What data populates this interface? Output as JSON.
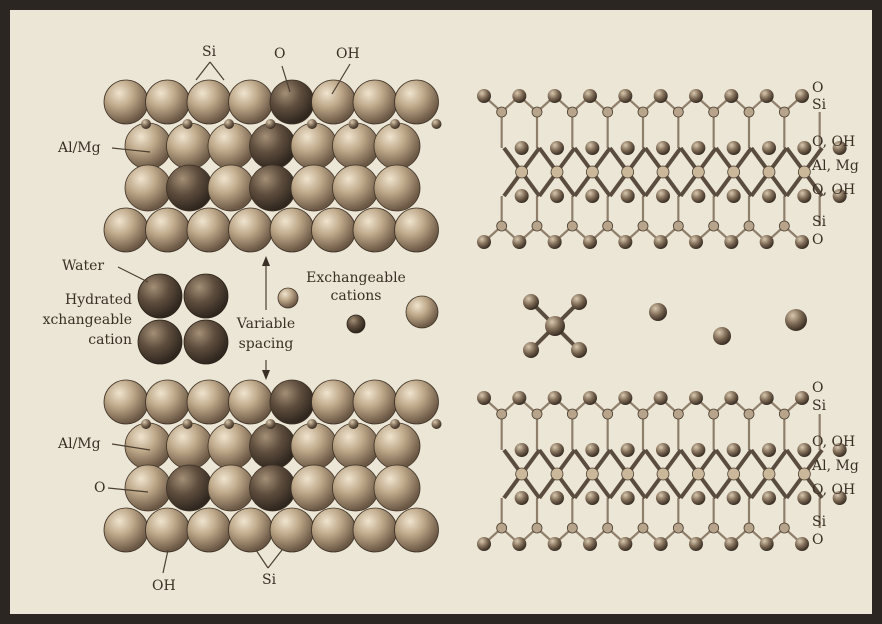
{
  "labels": {
    "top": {
      "si": "Si",
      "o": "O",
      "oh": "OH",
      "almg": "Al/Mg"
    },
    "middle": {
      "water": "Water",
      "hydrated_1": "Hydrated",
      "hydrated_2": "xchangeable",
      "hydrated_3": "cation",
      "variable_1": "Variable",
      "variable_2": "spacing",
      "exch_1": "Exchangeable",
      "exch_2": "cations"
    },
    "bottom": {
      "almg": "Al/Mg",
      "o": "O",
      "oh": "OH",
      "si": "Si"
    }
  },
  "right_labels": {
    "top": [
      "O",
      "Si",
      "O, OH",
      "Al, Mg",
      "O, OH",
      "Si",
      "O"
    ],
    "bottom": [
      "O",
      "Si",
      "O, OH",
      "Al, Mg",
      "O, OH",
      "Si",
      "O"
    ]
  },
  "colors": {
    "background": "#ece6d6",
    "frame": "#2b2622",
    "sphere_light": "#cdbba0",
    "sphere_mid": "#9a8467",
    "sphere_dark": "#5b4a3a",
    "bond": "#8f7f6a"
  }
}
